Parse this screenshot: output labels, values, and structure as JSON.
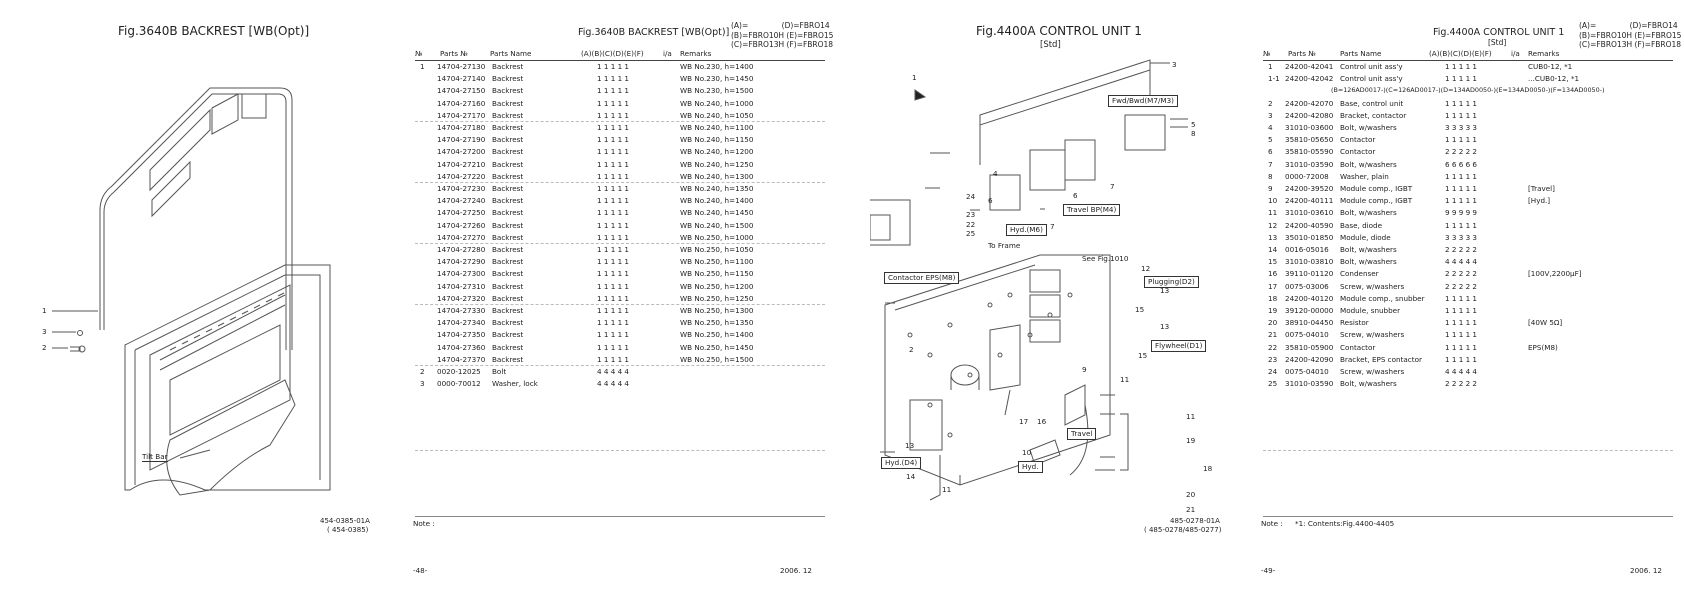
{
  "left_page": {
    "fig_title": "Fig.3640B  BACKREST [WB(Opt)]",
    "header_title": "Fig.3640B  BACKREST [WB(Opt)]",
    "models": "(A)=              (D)=FBRO14\n(B)=FBRO10H (E)=FBRO15\n(C)=FBRO13H (F)=FBRO18",
    "col_headers": {
      "no": "№",
      "parts_no": "Parts №",
      "name": "Parts Name",
      "qty": "(A)(B)(C)(D)(E)(F)",
      "ia": "i/a",
      "remarks": "Remarks"
    },
    "rows": [
      {
        "no": "1",
        "parts_no": "14704-27130",
        "name": "Backrest",
        "qty": "1  1  1  1  1",
        "remarks": "WB No.230, h=1400"
      },
      {
        "no": "",
        "parts_no": "14704-27140",
        "name": "Backrest",
        "qty": "1  1  1  1  1",
        "remarks": "WB No.230, h=1450"
      },
      {
        "no": "",
        "parts_no": "14704-27150",
        "name": "Backrest",
        "qty": "1  1  1  1  1",
        "remarks": "WB No.230, h=1500"
      },
      {
        "no": "",
        "parts_no": "14704-27160",
        "name": "Backrest",
        "qty": "1  1  1  1  1",
        "remarks": "WB No.240, h=1000"
      },
      {
        "no": "",
        "parts_no": "14704-27170",
        "name": "Backrest",
        "qty": "1  1  1  1  1",
        "remarks": "WB No.240, h=1050"
      },
      {
        "no": "",
        "parts_no": "14704-27180",
        "name": "Backrest",
        "qty": "1  1  1  1  1",
        "remarks": "WB No.240, h=1100"
      },
      {
        "no": "",
        "parts_no": "14704-27190",
        "name": "Backrest",
        "qty": "1  1  1  1  1",
        "remarks": "WB No.240, h=1150"
      },
      {
        "no": "",
        "parts_no": "14704-27200",
        "name": "Backrest",
        "qty": "1  1  1  1  1",
        "remarks": "WB No.240, h=1200"
      },
      {
        "no": "",
        "parts_no": "14704-27210",
        "name": "Backrest",
        "qty": "1  1  1  1  1",
        "remarks": "WB No.240, h=1250"
      },
      {
        "no": "",
        "parts_no": "14704-27220",
        "name": "Backrest",
        "qty": "1  1  1  1  1",
        "remarks": "WB No.240, h=1300"
      },
      {
        "no": "",
        "parts_no": "14704-27230",
        "name": "Backrest",
        "qty": "1  1  1  1  1",
        "remarks": "WB No.240, h=1350"
      },
      {
        "no": "",
        "parts_no": "14704-27240",
        "name": "Backrest",
        "qty": "1  1  1  1  1",
        "remarks": "WB No.240, h=1400"
      },
      {
        "no": "",
        "parts_no": "14704-27250",
        "name": "Backrest",
        "qty": "1  1  1  1  1",
        "remarks": "WB No.240, h=1450"
      },
      {
        "no": "",
        "parts_no": "14704-27260",
        "name": "Backrest",
        "qty": "1  1  1  1  1",
        "remarks": "WB No.240, h=1500"
      },
      {
        "no": "",
        "parts_no": "14704-27270",
        "name": "Backrest",
        "qty": "1  1  1  1  1",
        "remarks": "WB No.250, h=1000"
      },
      {
        "no": "",
        "parts_no": "14704-27280",
        "name": "Backrest",
        "qty": "1  1  1  1  1",
        "remarks": "WB No.250, h=1050"
      },
      {
        "no": "",
        "parts_no": "14704-27290",
        "name": "Backrest",
        "qty": "1  1  1  1  1",
        "remarks": "WB No.250, h=1100"
      },
      {
        "no": "",
        "parts_no": "14704-27300",
        "name": "Backrest",
        "qty": "1  1  1  1  1",
        "remarks": "WB No.250, h=1150"
      },
      {
        "no": "",
        "parts_no": "14704-27310",
        "name": "Backrest",
        "qty": "1  1  1  1  1",
        "remarks": "WB No.250, h=1200"
      },
      {
        "no": "",
        "parts_no": "14704-27320",
        "name": "Backrest",
        "qty": "1  1  1  1  1",
        "remarks": "WB No.250, h=1250"
      },
      {
        "no": "",
        "parts_no": "14704-27330",
        "name": "Backrest",
        "qty": "1  1  1  1  1",
        "remarks": "WB No.250, h=1300"
      },
      {
        "no": "",
        "parts_no": "14704-27340",
        "name": "Backrest",
        "qty": "1  1  1  1  1",
        "remarks": "WB No.250, h=1350"
      },
      {
        "no": "",
        "parts_no": "14704-27350",
        "name": "Backrest",
        "qty": "1  1  1  1  1",
        "remarks": "WB No.250, h=1400"
      },
      {
        "no": "",
        "parts_no": "14704-27360",
        "name": "Backrest",
        "qty": "1  1  1  1  1",
        "remarks": "WB No.250, h=1450"
      },
      {
        "no": "",
        "parts_no": "14704-27370",
        "name": "Backrest",
        "qty": "1  1  1  1  1",
        "remarks": "WB No.250, h=1500"
      },
      {
        "no": "2",
        "parts_no": "0020-12025",
        "name": "Bolt",
        "qty": "4  4  4  4  4",
        "remarks": ""
      },
      {
        "no": "3",
        "parts_no": "0000-70012",
        "name": "Washer, lock",
        "qty": "4  4  4  4  4",
        "remarks": ""
      }
    ],
    "note_label": "Note :",
    "page_number": "-48-",
    "date": "2006. 12",
    "doc_code": "454-0385-01A",
    "doc_code_sub": "( 454-0385)",
    "diagram_labels": {
      "c1": "1",
      "c2": "2",
      "c3": "3",
      "tilt_bar": "Tilt Bar"
    }
  },
  "right_page": {
    "fig_title": "Fig.4400A  CONTROL UNIT 1",
    "fig_subtitle": "[Std]",
    "header_title": "Fig.4400A  CONTROL UNIT 1",
    "header_subtitle": "[Std]",
    "models": "(A)=              (D)=FBRO14\n(B)=FBRO10H (E)=FBRO15\n(C)=FBRO13H (F)=FBRO18",
    "col_headers": {
      "no": "№",
      "parts_no": "Parts №",
      "name": "Parts Name",
      "qty": "(A)(B)(C)(D)(E)(F)",
      "ia": "i/a",
      "remarks": "Remarks"
    },
    "rows": [
      {
        "no": "1",
        "parts_no": "24200-42041",
        "name": "Control unit ass'y",
        "qty": "1  1  1  1  1",
        "remarks": "CUB0-12, *1"
      },
      {
        "no": "1-1",
        "parts_no": "24200-42042",
        "name": "Control unit ass'y",
        "qty": "1  1  1  1  1",
        "remarks": "...CUB0-12, *1"
      },
      {
        "no": "",
        "parts_no": "",
        "name": "(B=126AD0017-)(C=126AD0017-)(D=134AD0050-)(E=134AD0050-)(F=134AD0050-)",
        "qty": "",
        "remarks": ""
      },
      {
        "no": "2",
        "parts_no": "24200-42070",
        "name": "Base, control unit",
        "qty": "1  1  1  1  1",
        "remarks": ""
      },
      {
        "no": "3",
        "parts_no": "24200-42080",
        "name": "Bracket, contactor",
        "qty": "1  1  1  1  1",
        "remarks": ""
      },
      {
        "no": "4",
        "parts_no": "31010-03600",
        "name": "Bolt, w/washers",
        "qty": "3  3  3  3  3",
        "remarks": ""
      },
      {
        "no": "5",
        "parts_no": "35810-05650",
        "name": "Contactor",
        "qty": "1  1  1  1  1",
        "remarks": ""
      },
      {
        "no": "6",
        "parts_no": "35810-05590",
        "name": "Contactor",
        "qty": "2  2  2  2  2",
        "remarks": ""
      },
      {
        "no": "7",
        "parts_no": "31010-03590",
        "name": "Bolt, w/washers",
        "qty": "6  6  6  6  6",
        "remarks": ""
      },
      {
        "no": "8",
        "parts_no": "0000-72008",
        "name": "Washer, plain",
        "qty": "1  1  1  1  1",
        "remarks": ""
      },
      {
        "no": "9",
        "parts_no": "24200-39520",
        "name": "Module comp., IGBT",
        "qty": "1  1  1  1  1",
        "remarks": "[Travel]"
      },
      {
        "no": "10",
        "parts_no": "24200-40111",
        "name": "Module comp., IGBT",
        "qty": "1  1  1  1  1",
        "remarks": "[Hyd.]"
      },
      {
        "no": "11",
        "parts_no": "31010-03610",
        "name": "Bolt, w/washers",
        "qty": "9  9  9  9  9",
        "remarks": ""
      },
      {
        "no": "12",
        "parts_no": "24200-40590",
        "name": "Base, diode",
        "qty": "1  1  1  1  1",
        "remarks": ""
      },
      {
        "no": "13",
        "parts_no": "35010-01850",
        "name": "Module, diode",
        "qty": "3  3  3  3  3",
        "remarks": ""
      },
      {
        "no": "14",
        "parts_no": "0016-05016",
        "name": "Bolt, w/washers",
        "qty": "2  2  2  2  2",
        "remarks": ""
      },
      {
        "no": "15",
        "parts_no": "31010-03810",
        "name": "Bolt, w/washers",
        "qty": "4  4  4  4  4",
        "remarks": ""
      },
      {
        "no": "16",
        "parts_no": "39110-01120",
        "name": "Condenser",
        "qty": "2  2  2  2  2",
        "remarks": "[100V,2200μF]"
      },
      {
        "no": "17",
        "parts_no": "0075-03006",
        "name": "Screw, w/washers",
        "qty": "2  2  2  2  2",
        "remarks": ""
      },
      {
        "no": "18",
        "parts_no": "24200-40120",
        "name": "Module comp., snubber",
        "qty": "1  1  1  1  1",
        "remarks": ""
      },
      {
        "no": "19",
        "parts_no": "39120-00000",
        "name": "Module, snubber",
        "qty": "1  1  1  1  1",
        "remarks": ""
      },
      {
        "no": "20",
        "parts_no": "38910-04450",
        "name": "Resistor",
        "qty": "1  1  1  1  1",
        "remarks": "[40W 5Ω]"
      },
      {
        "no": "21",
        "parts_no": "0075-04010",
        "name": "Screw, w/washers",
        "qty": "1  1  1  1  1",
        "remarks": ""
      },
      {
        "no": "22",
        "parts_no": "35810-05900",
        "name": "Contactor",
        "qty": "1  1  1  1  1",
        "remarks": "EPS(M8)"
      },
      {
        "no": "23",
        "parts_no": "24200-42090",
        "name": "Bracket, EPS contactor",
        "qty": "1  1  1  1  1",
        "remarks": ""
      },
      {
        "no": "24",
        "parts_no": "0075-04010",
        "name": "Screw, w/washers",
        "qty": "4  4  4  4  4",
        "remarks": ""
      },
      {
        "no": "25",
        "parts_no": "31010-03590",
        "name": "Bolt, w/washers",
        "qty": "2  2  2  2  2",
        "remarks": ""
      }
    ],
    "note_label": "Note :",
    "note_text": "*1: Contents:Fig.4400-4405",
    "page_number": "-49-",
    "date": "2006. 12",
    "doc_code": "485-0278-01A",
    "doc_code_sub": "( 485-0278/485-0277)",
    "diagram_labels": {
      "n1": "1",
      "n2": "2",
      "n3": "3",
      "n4": "4",
      "n5": "5",
      "n6a": "6",
      "n6b": "6",
      "n7a": "7",
      "n7b": "7",
      "n8": "8",
      "n9": "9",
      "n10": "10",
      "n11a": "11",
      "n11b": "11",
      "n11c": "11",
      "n12": "12",
      "n13a": "13",
      "n13b": "13",
      "n13c": "13",
      "n14": "14",
      "n15a": "15",
      "n15b": "15",
      "n16": "16",
      "n17": "17",
      "n18": "18",
      "n19": "19",
      "n20": "20",
      "n21": "21",
      "n22": "22",
      "n23": "23",
      "n24": "24",
      "n25": "25",
      "fwd_bwd": "Fwd/Bwd(M7/M3)",
      "travel_bp": "Travel BP(M4)",
      "hyd_m6": "Hyd.(M6)",
      "to_frame": "To Frame",
      "see_fig": "See Fig.1010",
      "contactor_eps": "Contactor EPS(M8)",
      "plugging": "Plugging(D2)",
      "flywheel": "Flywheel(D1)",
      "travel": "Travel",
      "hyd_d4": "Hyd.(D4)",
      "hyd": "Hyd."
    }
  }
}
